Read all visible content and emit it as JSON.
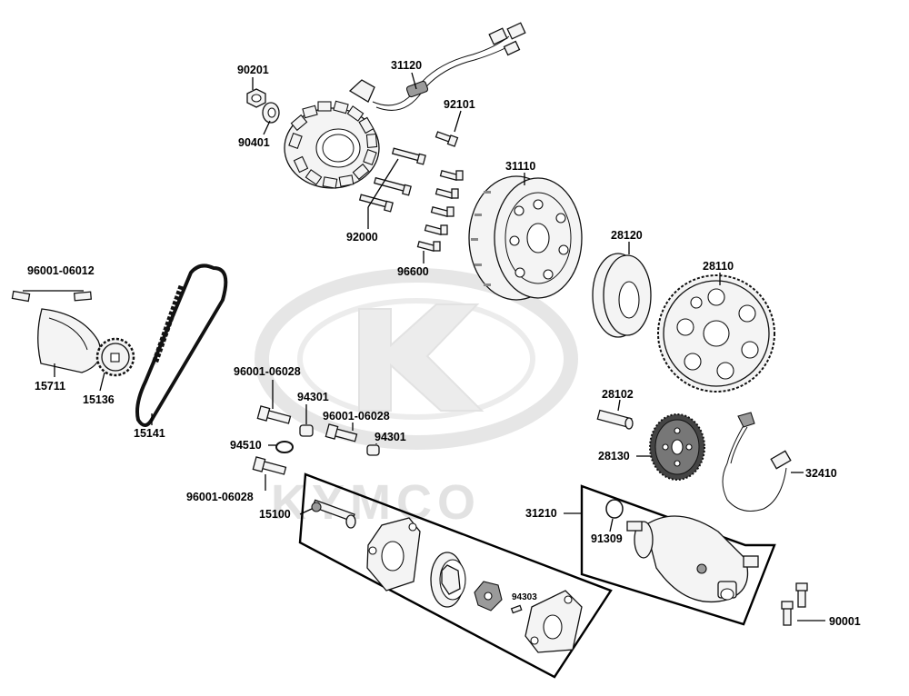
{
  "diagram": {
    "watermark": "KYMCO",
    "parts": {
      "p90201": "90201",
      "p90401": "90401",
      "p31120": "31120",
      "p92101": "92101",
      "p31110": "31110",
      "p92000": "92000",
      "p96600": "96600",
      "p28120": "28120",
      "p28110": "28110",
      "p96001_06012": "96001-06012",
      "p15711": "15711",
      "p15136": "15136",
      "p15141": "15141",
      "p96001_06028_a": "96001-06028",
      "p94301_a": "94301",
      "p96001_06028_b": "96001-06028",
      "p94301_b": "94301",
      "p94510": "94510",
      "p96001_06028_c": "96001-06028",
      "p15100": "15100",
      "p94303": "94303",
      "p28102": "28102",
      "p28130": "28130",
      "p32410": "32410",
      "p31210": "31210",
      "p91309": "91309",
      "p90001": "90001"
    }
  }
}
